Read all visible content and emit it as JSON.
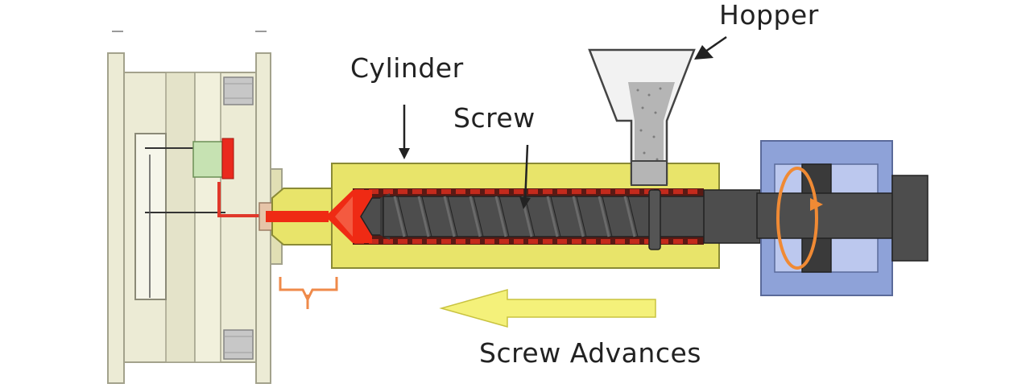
{
  "labels": {
    "hopper": "Hopper",
    "cylinder": "Cylinder",
    "screw": "Screw",
    "screw_advances": "Screw Advances"
  },
  "colors": {
    "mold_fill": "#ecebd5",
    "mold_stroke": "#a3a28c",
    "cylinder_fill": "#e8e46a",
    "cylinder_stroke": "#8a8a36",
    "screw_fill": "#4d4d4d",
    "heater_band": "#c42a1c",
    "molten_resin": "#ef2a14",
    "drive_box": "#8ea2d8",
    "drive_inner": "#bcc8ee",
    "rotation_arrow": "#f08a34",
    "advance_arrow": "#f4f17a",
    "nozzle_bracket": "#ef8a4a",
    "pellets": "#b5b5b5",
    "cavity_part": "#ea2a1e",
    "cavity_insert": "#c6e2b2"
  }
}
